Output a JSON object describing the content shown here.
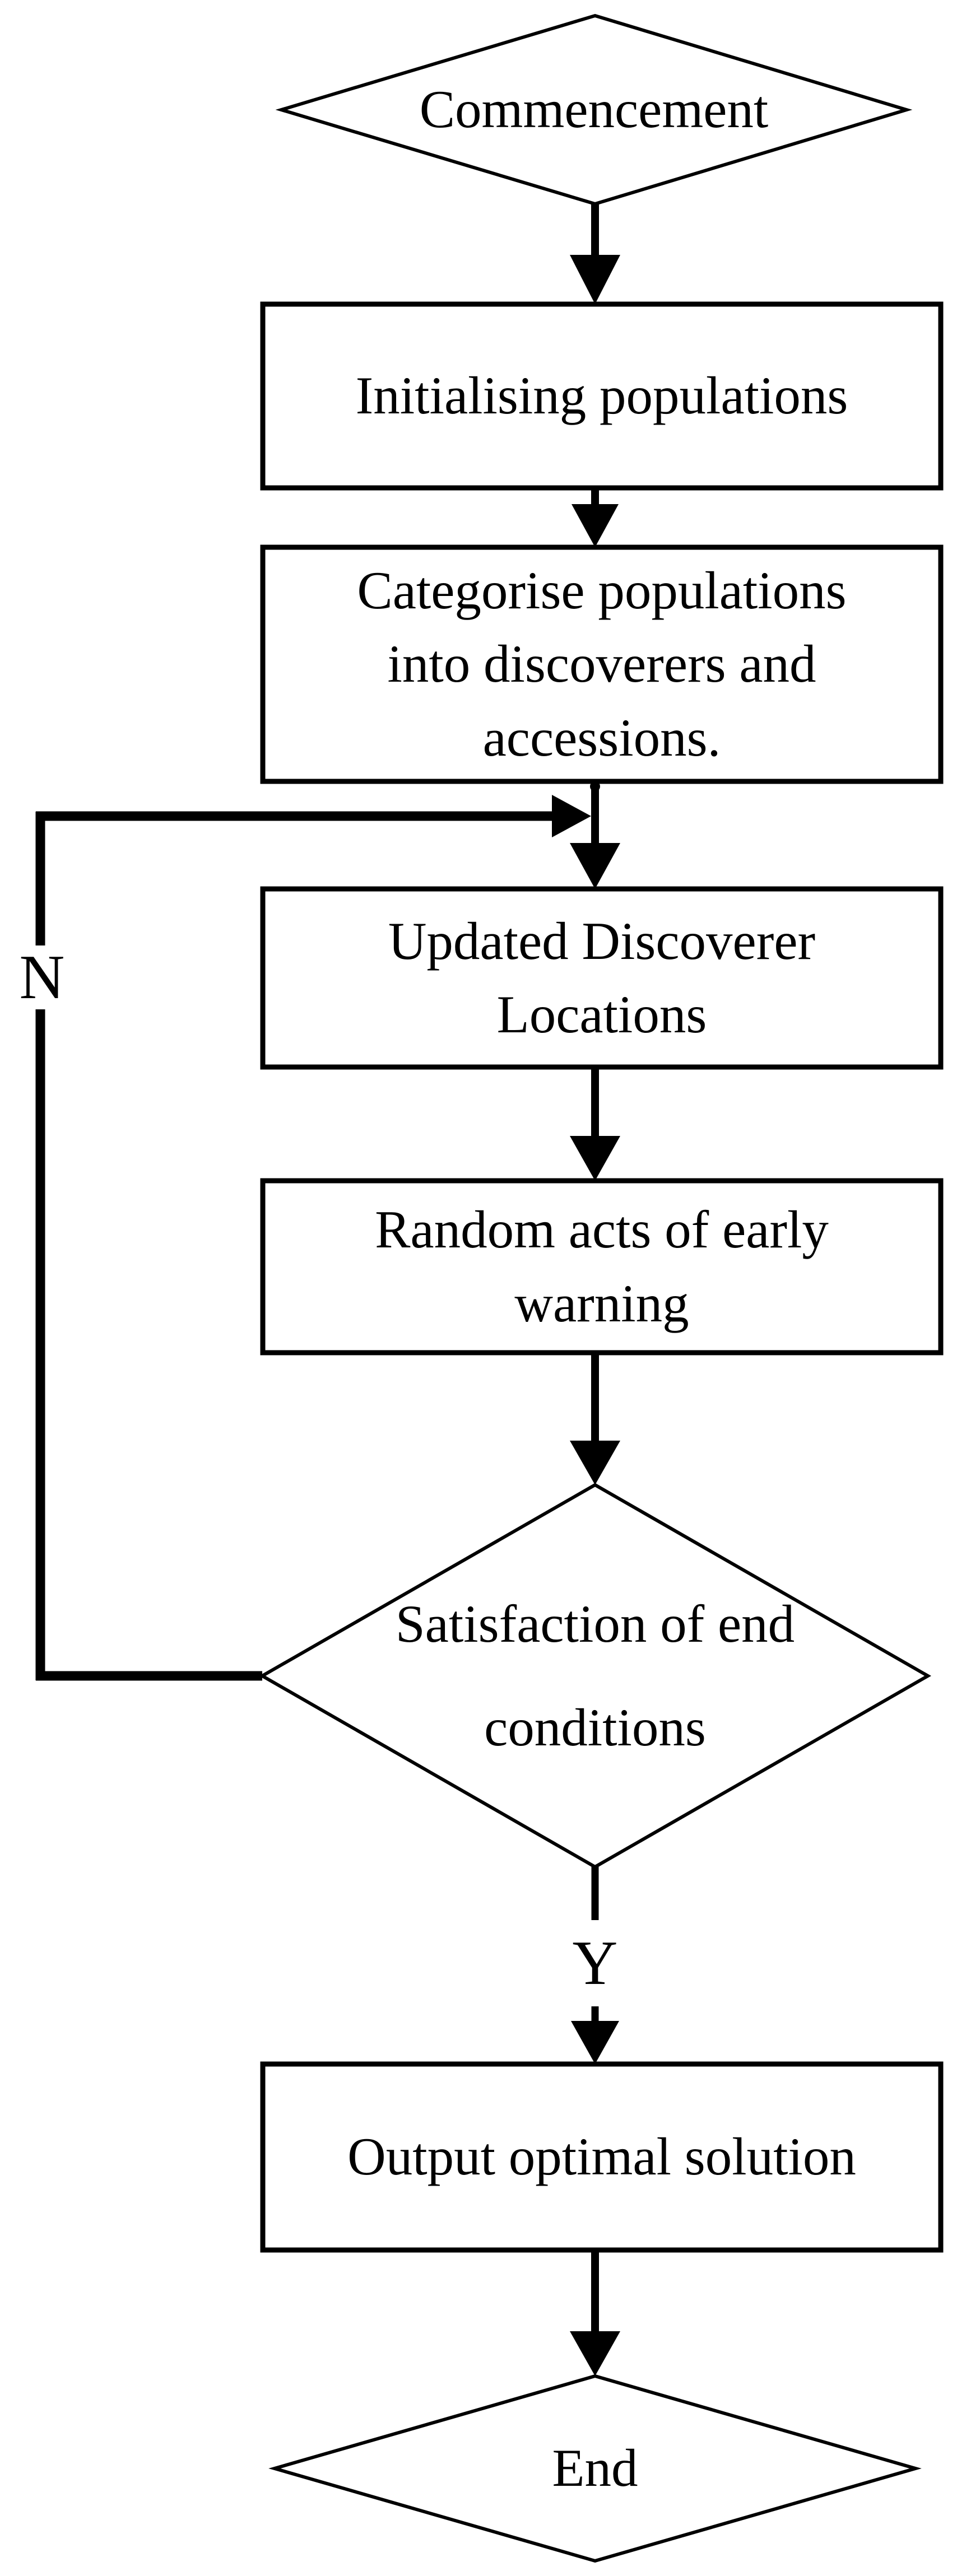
{
  "diagram": {
    "title": "Flowchart",
    "background_color": "#ffffff",
    "stroke_color": "#000000",
    "nodes": [
      {
        "id": "start",
        "type": "terminator-diamond",
        "label": "Commencement"
      },
      {
        "id": "initialise",
        "type": "process",
        "label": "Initialising populations"
      },
      {
        "id": "categorise",
        "type": "process",
        "label": "Categorise populations\ninto discoverers and\naccessions."
      },
      {
        "id": "update",
        "type": "process",
        "label": "Updated Discoverer\nLocations"
      },
      {
        "id": "random",
        "type": "process",
        "label": "Random acts of early\nwarning"
      },
      {
        "id": "decision",
        "type": "decision-diamond",
        "label": "Satisfaction of end\nconditions"
      },
      {
        "id": "output",
        "type": "process",
        "label": "Output optimal solution"
      },
      {
        "id": "end",
        "type": "terminator-diamond",
        "label": "End"
      }
    ],
    "edges": [
      {
        "from": "start",
        "to": "initialise",
        "label": ""
      },
      {
        "from": "initialise",
        "to": "categorise",
        "label": ""
      },
      {
        "from": "categorise",
        "to": "update",
        "label": ""
      },
      {
        "from": "update",
        "to": "random",
        "label": ""
      },
      {
        "from": "random",
        "to": "decision",
        "label": ""
      },
      {
        "from": "decision",
        "to": "update",
        "label": "N",
        "branch": "no",
        "route": "left-loop"
      },
      {
        "from": "decision",
        "to": "output",
        "label": "Y",
        "branch": "yes",
        "route": "down"
      },
      {
        "from": "output",
        "to": "end",
        "label": ""
      }
    ],
    "edge_labels": {
      "no": "N",
      "yes": "Y"
    }
  }
}
